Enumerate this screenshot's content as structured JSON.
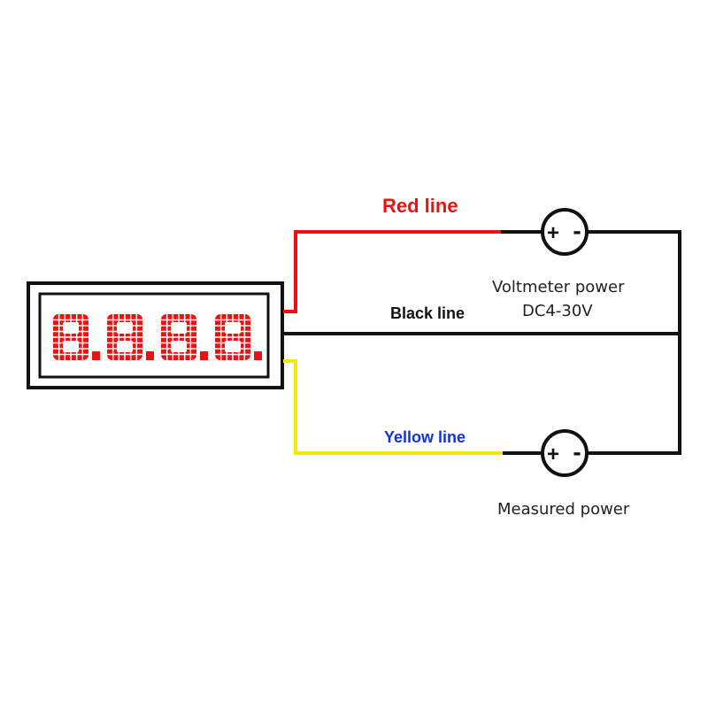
{
  "labels": {
    "red_line": "Red line",
    "black_line": "Black line",
    "yellow_line": "Yellow line",
    "voltmeter_power": "Voltmeter power",
    "voltage_range": "DC4-30V",
    "measured_power": "Measured power"
  },
  "display": {
    "digits": [
      "8",
      "8",
      "8",
      "8"
    ],
    "digit_color": "#ee1111"
  },
  "source_symbols": {
    "plus": "+",
    "minus": "-"
  },
  "colors": {
    "red_wire": "#ee1111",
    "black_wire": "#111111",
    "yellow_wire": "#f5e90a",
    "red_label": "#ee1111",
    "black_label": "#111111",
    "yellow_label": "#1133dd",
    "text": "#222222"
  }
}
